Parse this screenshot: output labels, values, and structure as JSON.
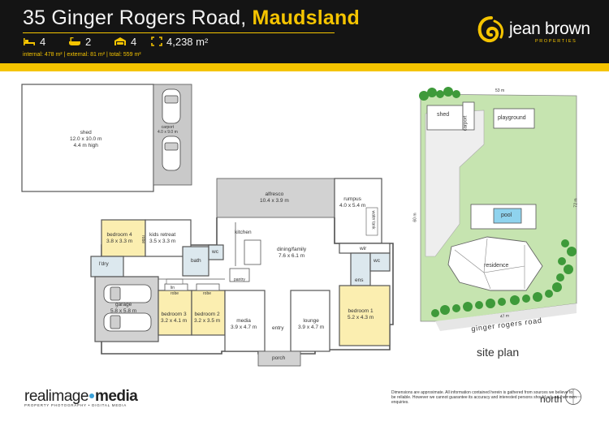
{
  "header": {
    "address": "35 Ginger Rogers Road,",
    "suburb": "Maudsland",
    "beds": "4",
    "baths": "2",
    "cars": "4",
    "land": "4,238 m²",
    "sizes": "internal: 478 m²  |  external: 81 m²  |  total: 559 m²"
  },
  "brand": {
    "name": "jean brown",
    "tagline": "PROPERTIES"
  },
  "floorplan": {
    "shed": {
      "name": "shed",
      "dims": "12.0 x 10.0 m",
      "extra": "4.4 m high"
    },
    "carport": {
      "name": "carport",
      "dims": "4.0 x 9.0 m"
    },
    "alfresco": {
      "name": "alfresco",
      "dims": "10.4 x 3.9 m"
    },
    "rumpus": {
      "name": "rumpus",
      "dims": "4.0 x 5.4 m"
    },
    "water_tank": "water tank",
    "bedroom4": {
      "name": "bedroom 4",
      "dims": "3.8 x 3.3 m"
    },
    "kids_retreat": {
      "name": "kids retreat",
      "dims": "3.5 x 3.3 m"
    },
    "robe": "robe",
    "kitchen": "kitchen",
    "dining": {
      "name": "dining/family",
      "dims": "7.6 x 6.1 m"
    },
    "wir": "wir",
    "wc": "wc",
    "ldry": "l'dry",
    "bath": "bath",
    "pantry": "pantry",
    "ens": "ens",
    "garage": {
      "name": "garage",
      "dims": "5.8 x 5.8 m"
    },
    "linen": "lin",
    "bedroom3": {
      "name": "bedroom 3",
      "dims": "3.2 x 4.1 m"
    },
    "bedroom2": {
      "name": "bedroom 2",
      "dims": "3.2 x 3.5 m"
    },
    "media": {
      "name": "media",
      "dims": "3.9 x 4.7 m"
    },
    "entry": "entry",
    "lounge": {
      "name": "lounge",
      "dims": "3.9 x 4.7 m"
    },
    "bedroom1": {
      "name": "bedroom 1",
      "dims": "5.2 x 4.3 m"
    },
    "porch": "porch"
  },
  "siteplan": {
    "title": "site plan",
    "shed": "shed",
    "carport": "carport",
    "playground": "playground",
    "pool": "pool",
    "residence": "residence",
    "road": "ginger rogers road",
    "dim_top": "53 m",
    "dim_left": "60 m",
    "dim_right": "72 m",
    "dim_bottom": "47 m"
  },
  "footer": {
    "company": "realimage",
    "company_b": "media",
    "company_sub": "PROPERTY PHOTOGRAPHY • DIGITAL MEDIA",
    "disclaimer": "Dimensions are approximate. All information contained herein is gathered from sources we believe to be reliable. However we cannot guarantee its accuracy and interested persons should rely on their own enquiries.",
    "north": "north"
  },
  "colors": {
    "accent": "#f5c400",
    "header_bg": "#141414",
    "bedroom_fill": "#fbeeb0",
    "wet_fill": "#dce8ee",
    "outdoor_fill": "#d8d8d8",
    "lawn": "#c6e4b0",
    "hedge": "#3e9a3a"
  }
}
